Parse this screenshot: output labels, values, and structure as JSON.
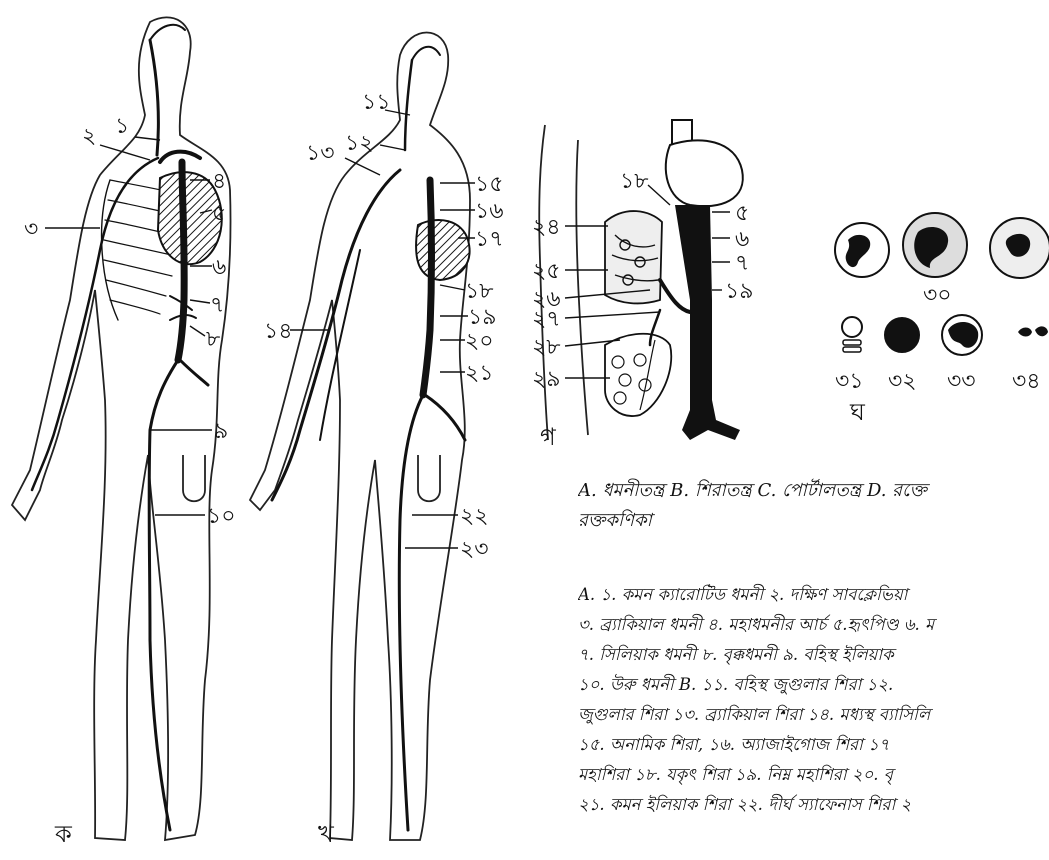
{
  "figure_labels": {
    "a": "ক",
    "b": "খ",
    "c": "গ",
    "d": "ঘ"
  },
  "arterial_numbers": [
    "১",
    "২",
    "৩",
    "৪",
    "৫",
    "৬",
    "৭",
    "৮",
    "৯",
    "১০"
  ],
  "venous_numbers": [
    "১১",
    "১২",
    "১৩",
    "১৪",
    "১৫",
    "১৬",
    "১৭",
    "১৮",
    "১৯",
    "২০",
    "২১",
    "২২",
    "২৩"
  ],
  "portal_numbers": [
    "১৮",
    "২৪",
    "২৫",
    "২৬",
    "২৭",
    "২৮",
    "২৯",
    "৫",
    "৬",
    "৭",
    "১৯"
  ],
  "cell_numbers": [
    "৩০",
    "৩১",
    "৩২",
    "৩৩",
    "৩৪"
  ],
  "caption": {
    "line1": "A. ধমনীতন্ত্র B. শিরাতন্ত্র C. পোর্টালতন্ত্র D. রক্তে",
    "line2": "রক্তকণিকা"
  },
  "legend_lines": [
    "A. ১. কমন ক্যারোটিড ধমনী ২. দক্ষিণ সাবক্লেভিয়া",
    "৩. ব্র্যাকিয়াল ধমনী ৪. মহাধমনীর আর্চ ৫.হৃৎপিণ্ড ৬. ম",
    "৭. সিলিয়াক ধমনী  ৮. বৃক্কধমনী ৯. বহিস্থ ইলিয়াক",
    "১০. উরু ধমনী  B. ১১. বহিস্থ জুগুলার শিরা ১২.",
    "জুগুলার শিরা ১৩. ব্র্যাকিয়াল শিরা ১৪. মধ্যস্থ ব্যাসিলি",
    "১৫. অনামিক শিরা, ১৬. অ্যাজাইগোজ শিরা ১৭",
    "মহাশিরা ১৮. যকৃৎ শিরা ১৯. নিম্ন মহাশিরা  ২০. বৃ",
    "২১. কমন ইলিয়াক শিরা ২২. দীর্ঘ স্যাফেনাস শিরা ২"
  ]
}
